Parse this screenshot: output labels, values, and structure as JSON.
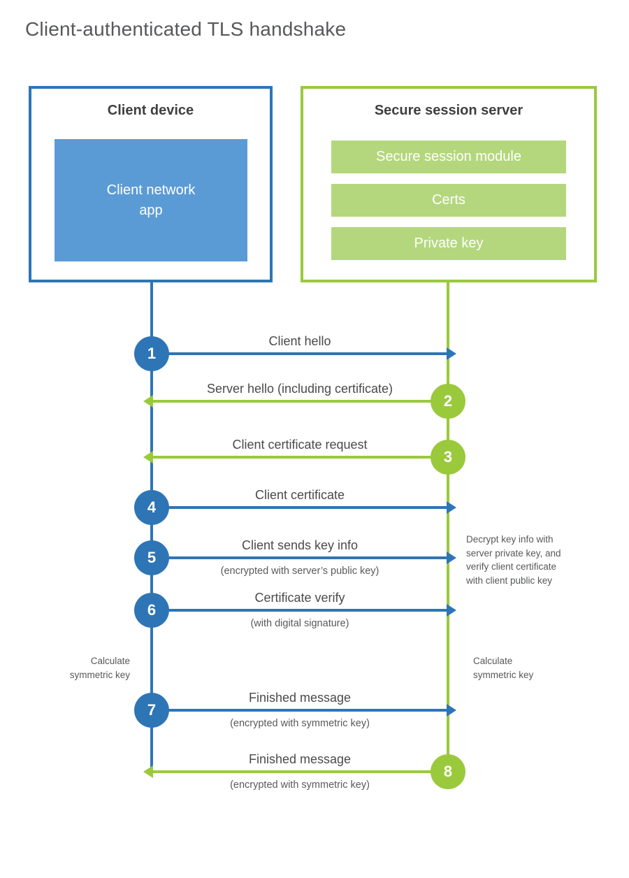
{
  "title": "Client-authenticated TLS handshake",
  "client_box": {
    "title": "Client device",
    "app": "Client network\napp"
  },
  "server_box": {
    "title": "Secure session server",
    "modules": [
      "Secure session module",
      "Certs",
      "Private key"
    ]
  },
  "messages": [
    {
      "step": "1",
      "from": "client",
      "to": "server",
      "label": "Client hello",
      "sub": ""
    },
    {
      "step": "2",
      "from": "server",
      "to": "client",
      "label": "Server hello (including certificate)",
      "sub": ""
    },
    {
      "step": "3",
      "from": "server",
      "to": "client",
      "label": "Client certificate request",
      "sub": ""
    },
    {
      "step": "4",
      "from": "client",
      "to": "server",
      "label": "Client certificate",
      "sub": ""
    },
    {
      "step": "5",
      "from": "client",
      "to": "server",
      "label": "Client sends key info",
      "sub": "(encrypted with server’s public key)"
    },
    {
      "step": "6",
      "from": "client",
      "to": "server",
      "label": "Certificate verify",
      "sub": "(with digital signature)"
    },
    {
      "step": "7",
      "from": "client",
      "to": "server",
      "label": "Finished message",
      "sub": "(encrypted with symmetric key)"
    },
    {
      "step": "8",
      "from": "server",
      "to": "client",
      "label": "Finished message",
      "sub": "(encrypted with symmetric key)"
    }
  ],
  "notes": {
    "decrypt_note": "Decrypt key info with\nserver private key, and\nverify client certificate\nwith client public key",
    "calc_left": "Calculate\nsymmetric key",
    "calc_right": "Calculate\nsymmetric key"
  },
  "colors": {
    "client_accent": "#2e75b6",
    "client_fill": "#5b9bd5",
    "server_accent": "#9aca3c",
    "server_fill": "#b4d77d"
  }
}
